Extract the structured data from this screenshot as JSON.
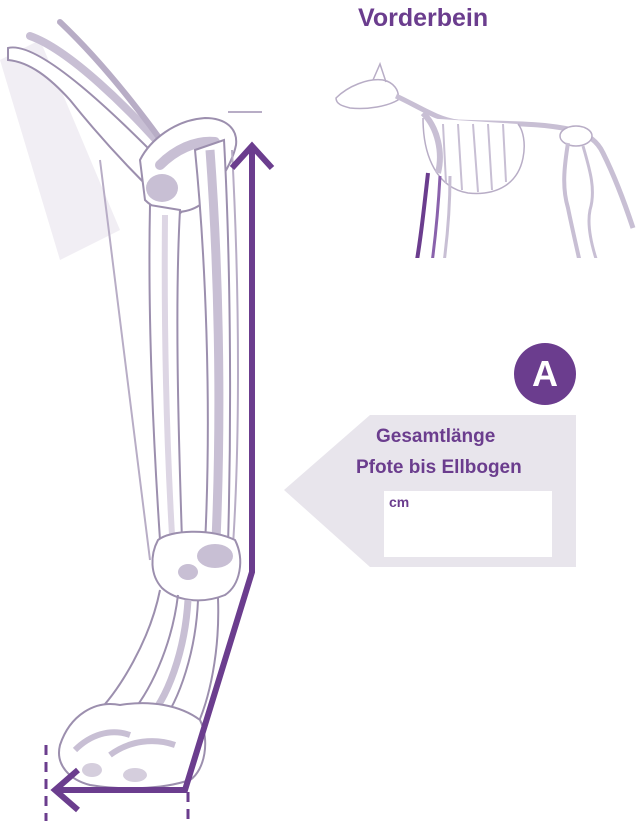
{
  "title": "Vorderbein",
  "badge": "A",
  "measurement": {
    "label_line1": "Gesamtlänge",
    "label_line2": "Pfote bis Ellbogen",
    "unit": "cm",
    "value": ""
  },
  "colors": {
    "accent": "#6b3d8e",
    "bone": "#c8bfd4",
    "panel": "#e8e5ec"
  }
}
